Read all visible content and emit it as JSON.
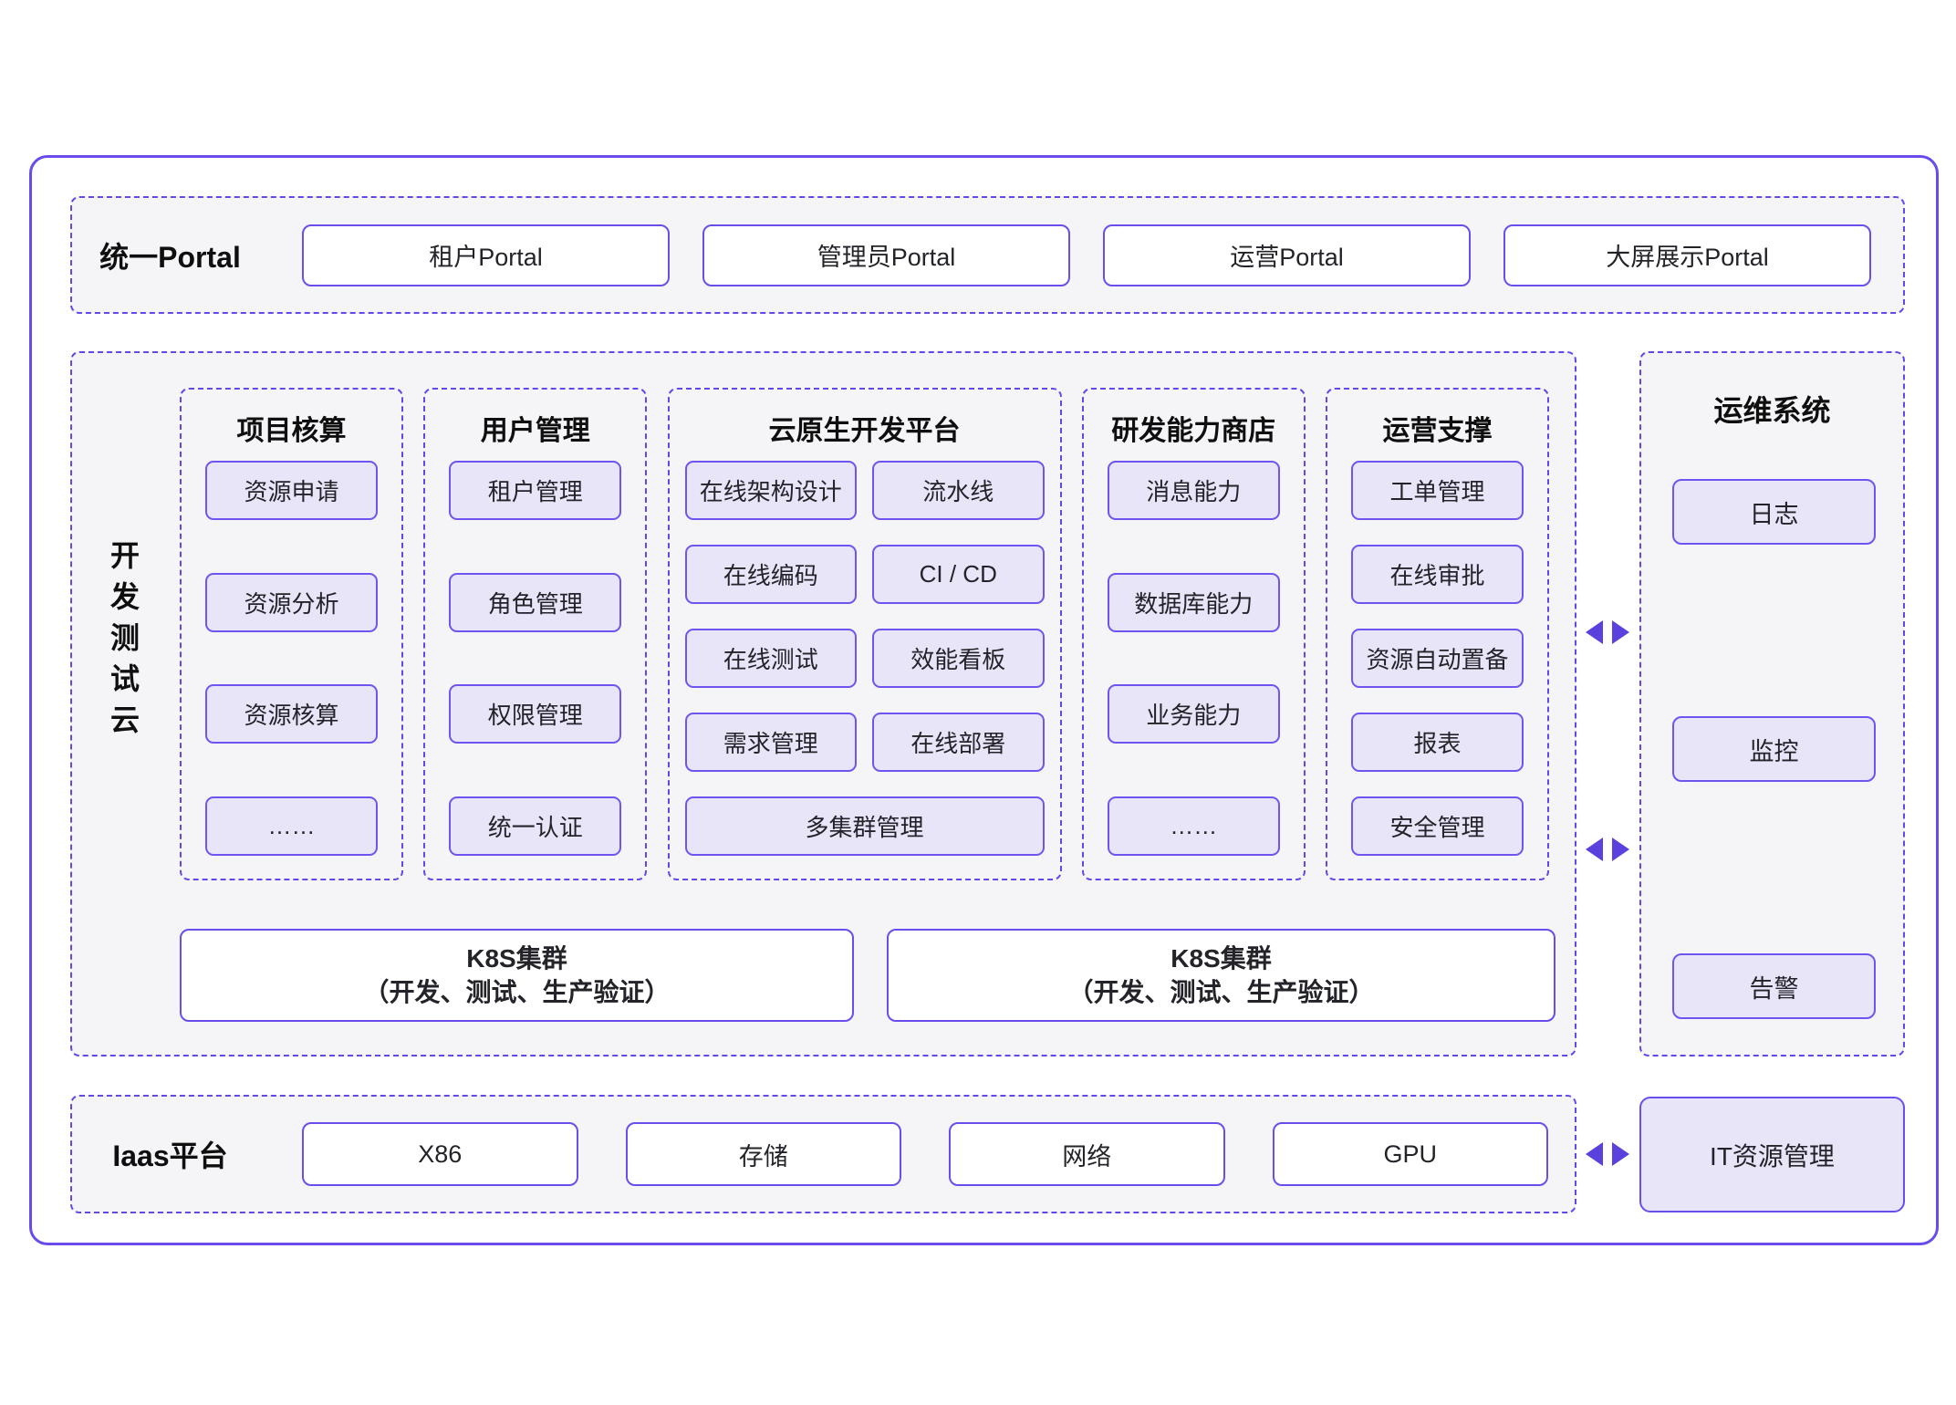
{
  "colors": {
    "accent_purple": "#6B4DEE",
    "dashed_purple": "#6348E9",
    "fill_lavender": "#E9E5F9",
    "section_bg": "#F5F5F8",
    "arrow_purple": "#5A41DE",
    "text_dark": "#232329"
  },
  "portal": {
    "label": "统一Portal",
    "items": [
      "租户Portal",
      "管理员Portal",
      "运营Portal",
      "大屏展示Portal"
    ]
  },
  "dev_cloud": {
    "label": "开发测试云",
    "columns": [
      {
        "title": "项目核算",
        "items": [
          "资源申请",
          "资源分析",
          "资源核算",
          "……"
        ]
      },
      {
        "title": "用户管理",
        "items": [
          "租户管理",
          "角色管理",
          "权限管理",
          "统一认证"
        ]
      },
      {
        "title": "云原生开发平台",
        "rows": [
          [
            "在线架构设计",
            "流水线"
          ],
          [
            "在线编码",
            "CI / CD"
          ],
          [
            "在线测试",
            "效能看板"
          ],
          [
            "需求管理",
            "在线部署"
          ],
          [
            "多集群管理"
          ]
        ]
      },
      {
        "title": "研发能力商店",
        "items": [
          "消息能力",
          "数据库能力",
          "业务能力",
          "……"
        ]
      },
      {
        "title": "运营支撑",
        "items": [
          "工单管理",
          "在线审批",
          "资源自动置备",
          "报表",
          "安全管理"
        ]
      }
    ],
    "k8s_clusters": [
      {
        "line1": "K8S集群",
        "line2": "（开发、测试、生产验证）"
      },
      {
        "line1": "K8S集群",
        "line2": "（开发、测试、生产验证）"
      }
    ]
  },
  "ops_system": {
    "title": "运维系统",
    "items": [
      "日志",
      "监控",
      "告警"
    ]
  },
  "iaas": {
    "label": "Iaas平台",
    "items": [
      "X86",
      "存储",
      "网络",
      "GPU"
    ]
  },
  "it_resource": {
    "label": "IT资源管理"
  }
}
